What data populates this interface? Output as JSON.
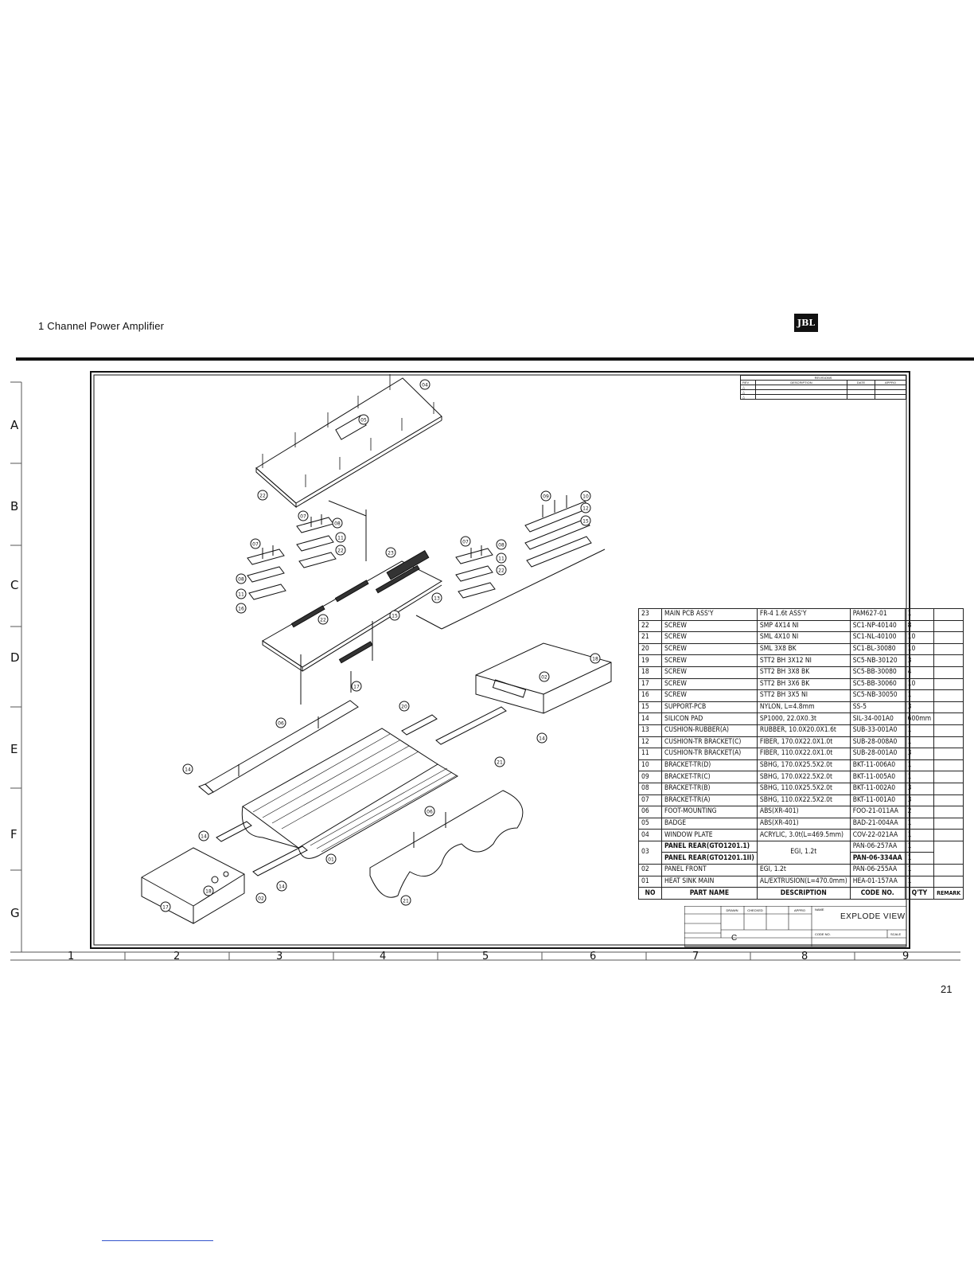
{
  "header": {
    "title": "1 Channel Power Amplifier",
    "logo_text": "JBL"
  },
  "page_number": "21",
  "row_markers": [
    "A",
    "B",
    "C",
    "D",
    "E",
    "F",
    "G"
  ],
  "col_markers": [
    "1",
    "2",
    "3",
    "4",
    "5",
    "6",
    "7",
    "8",
    "9"
  ],
  "revisions": {
    "title": "REVISIONS",
    "headers": [
      "REV",
      "DESCRIPTION",
      "DATE",
      "APPRO"
    ],
    "rows": [
      "△",
      "△",
      "△"
    ]
  },
  "parts_table": {
    "headers": [
      "NO",
      "PART NAME",
      "DESCRIPTION",
      "CODE NO.",
      "Q'TY",
      "REMARK"
    ],
    "rows": [
      {
        "no": "23",
        "name": "MAIN PCB ASS'Y",
        "desc": "FR-4 1.6t ASS'Y",
        "code": "PAM627-01",
        "qty": "1",
        "remark": ""
      },
      {
        "no": "22",
        "name": "SCREW",
        "desc": "SMP 4X14 NI",
        "code": "SC1-NP-40140",
        "qty": "8",
        "remark": ""
      },
      {
        "no": "21",
        "name": "SCREW",
        "desc": "SML 4X10 NI",
        "code": "SC1-NL-40100",
        "qty": "10",
        "remark": ""
      },
      {
        "no": "20",
        "name": "SCREW",
        "desc": "SML 3X8 BK",
        "code": "SC1-BL-30080",
        "qty": "10",
        "remark": ""
      },
      {
        "no": "19",
        "name": "SCREW",
        "desc": "STT2 BH 3X12 NI",
        "code": "SC5-NB-30120",
        "qty": "3",
        "remark": ""
      },
      {
        "no": "18",
        "name": "SCREW",
        "desc": "STT2 BH 3X8 BK",
        "code": "SC5-BB-30080",
        "qty": "4",
        "remark": ""
      },
      {
        "no": "17",
        "name": "SCREW",
        "desc": "STT2 BH 3X6 BK",
        "code": "SC5-BB-30060",
        "qty": "10",
        "remark": ""
      },
      {
        "no": "16",
        "name": "SCREW",
        "desc": "STT2 BH 3X5 NI",
        "code": "SC5-NB-30050",
        "qty": "1",
        "remark": ""
      },
      {
        "no": "15",
        "name": "SUPPORT-PCB",
        "desc": "NYLON, L=4.8mm",
        "code": "SS-5",
        "qty": "3",
        "remark": ""
      },
      {
        "no": "14",
        "name": "SILICON PAD",
        "desc": "SP1000, 22.0X0.3t",
        "code": "SIL-34-001A0",
        "qty": "600mm",
        "remark": ""
      },
      {
        "no": "13",
        "name": "CUSHION-RUBBER(A)",
        "desc": "RUBBER, 10.0X20.0X1.6t",
        "code": "SUB-33-001A0",
        "qty": "1",
        "remark": ""
      },
      {
        "no": "12",
        "name": "CUSHION-TR BRACKET(C)",
        "desc": "FIBER, 170.0X22.0X1.0t",
        "code": "SUB-28-008A0",
        "qty": "1",
        "remark": ""
      },
      {
        "no": "11",
        "name": "CUSHION-TR BRACKET(A)",
        "desc": "FIBER, 110.0X22.0X1.0t",
        "code": "SUB-28-001A0",
        "qty": "3",
        "remark": ""
      },
      {
        "no": "10",
        "name": "BRACKET-TR(D)",
        "desc": "SBHG, 170.0X25.5X2.0t",
        "code": "BKT-11-006A0",
        "qty": "1",
        "remark": ""
      },
      {
        "no": "09",
        "name": "BRACKET-TR(C)",
        "desc": "SBHG, 170.0X22.5X2.0t",
        "code": "BKT-11-005A0",
        "qty": "1",
        "remark": ""
      },
      {
        "no": "08",
        "name": "BRACKET-TR(B)",
        "desc": "SBHG, 110.0X25.5X2.0t",
        "code": "BKT-11-002A0",
        "qty": "3",
        "remark": ""
      },
      {
        "no": "07",
        "name": "BRACKET-TR(A)",
        "desc": "SBHG, 110.0X22.5X2.0t",
        "code": "BKT-11-001A0",
        "qty": "3",
        "remark": ""
      },
      {
        "no": "06",
        "name": "FOOT-MOUNTING",
        "desc": "ABS(XR-401)",
        "code": "FOO-21-011AA",
        "qty": "2",
        "remark": ""
      },
      {
        "no": "05",
        "name": "BADGE",
        "desc": "ABS(XR-401)",
        "code": "BAD-21-004AA",
        "qty": "1",
        "remark": ""
      },
      {
        "no": "04",
        "name": "WINDOW PLATE",
        "desc": "ACRYLIC, 3.0t(L=469.5mm)",
        "code": "COV-22-021AA",
        "qty": "1",
        "remark": ""
      }
    ],
    "row03": {
      "no": "03",
      "name_a": "PANEL REAR(GTO1201.1)",
      "name_b": "PANEL REAR(GTO1201.1II)",
      "desc": "EGI, 1.2t",
      "code_a": "PAN-06-257AA",
      "code_b": "PAN-06-334AA",
      "qty_a": "1",
      "qty_b": "1"
    },
    "rows_tail": [
      {
        "no": "02",
        "name": "PANEL FRONT",
        "desc": "EGI, 1.2t",
        "code": "PAN-06-255AA",
        "qty": "1",
        "remark": ""
      },
      {
        "no": "01",
        "name": "HEAT SINK MAIN",
        "desc": "AL/EXTRUSION(L=470.0mm)",
        "code": "HEA-01-157AA",
        "qty": "1",
        "remark": ""
      }
    ]
  },
  "title_block": {
    "drawing_name": "EXPLODE VIEW",
    "drawn_label": "DRAWN",
    "checked_label": "CHECKED",
    "approved_label": "APPRO",
    "name_label": "NAME",
    "code_label": "CODE NO.",
    "scale_label": "SCALE",
    "company_initial": "C"
  },
  "balloons": [
    "04",
    "05",
    "22",
    "07",
    "08",
    "11",
    "22",
    "07",
    "08",
    "11",
    "16",
    "23",
    "13",
    "15",
    "22",
    "07",
    "08",
    "11",
    "22",
    "09",
    "10",
    "12",
    "15",
    "17",
    "18",
    "02",
    "14",
    "20",
    "06",
    "14",
    "21",
    "06",
    "14",
    "01",
    "14",
    "17",
    "18",
    "02",
    "21",
    "06"
  ]
}
